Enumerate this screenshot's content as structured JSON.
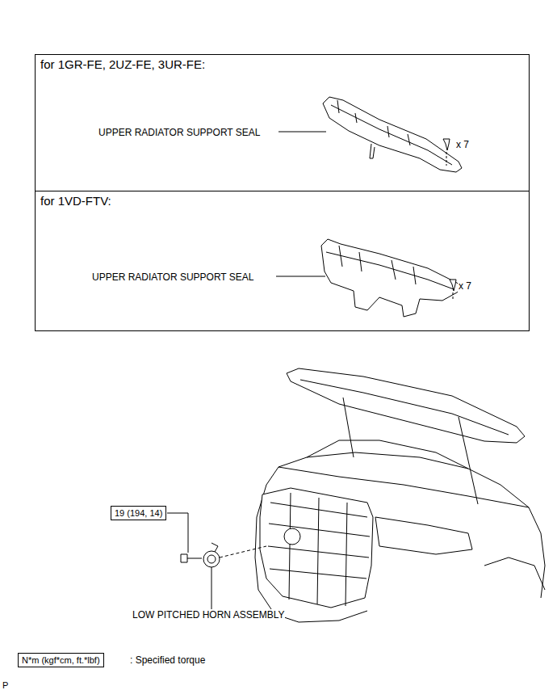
{
  "diagram": {
    "nodes": [
      {
        "text": [
          "for 1GR-FE, 2UZ-FE, 3UR-FE:",
          "UPPER RADIATOR SUPPORT SEAL",
          "x 7"
        ]
      },
      {
        "text": [
          "for 1VD-FTV:",
          "UPPER RADIATOR SUPPORT SEAL",
          "x 7"
        ]
      },
      {
        "text": [
          "19 (194, 14)"
        ]
      },
      {
        "text": [
          "N*m (kgf*cm, ft.*lbf)"
        ]
      }
    ],
    "labels": [
      "LOW PITCHED HORN ASSEMBLY",
      ": Specified torque",
      "P"
    ]
  }
}
